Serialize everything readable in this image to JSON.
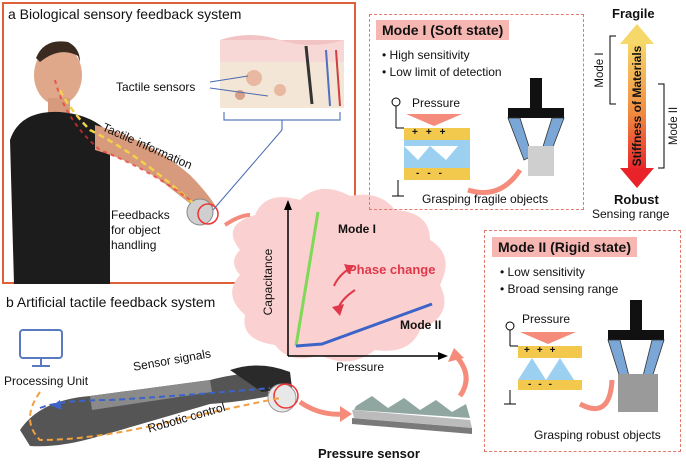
{
  "panel_a": {
    "title": "a Biological sensory feedback system",
    "tactile_sensors": "Tactile sensors",
    "tactile_information": "Tactile information",
    "feedbacks": [
      "Feedbacks",
      "for object",
      "handling"
    ]
  },
  "panel_b": {
    "title": "b Artificial tactile feedback system",
    "processing_unit": "Processing Unit",
    "sensor_signals": "Sensor signals",
    "robotic_control": "Robotic control",
    "pressure_sensor": "Pressure sensor"
  },
  "mode1": {
    "title": "Mode I (Soft state)",
    "bullets": [
      "High sensitivity",
      "Low limit of detection"
    ],
    "pressure": "Pressure",
    "caption": "Grasping fragile objects"
  },
  "mode2": {
    "title": "Mode II (Rigid state)",
    "bullets": [
      "Low sensitivity",
      "Broad sensing range"
    ],
    "pressure": "Pressure",
    "caption": "Grasping robust objects"
  },
  "stiffness": {
    "top": "Fragile",
    "bottom": "Robust",
    "arrow_label": "Stiffness of Materials",
    "mode1": "Mode I",
    "mode2": "Mode II",
    "sensing_range": "Sensing range"
  },
  "graph": {
    "ylabel": "Capacitance",
    "xlabel": "Pressure",
    "mode1": "Mode I",
    "mode2": "Mode II",
    "phase_change": "Phase change"
  },
  "colors": {
    "panel_border": "#e0603a",
    "cloud": "#fbd0d0",
    "mode1_line": "#7ed957",
    "mode2_line": "#3c64c8",
    "phase_change_text": "#e0384b",
    "highlight": "#f6b7b2"
  }
}
